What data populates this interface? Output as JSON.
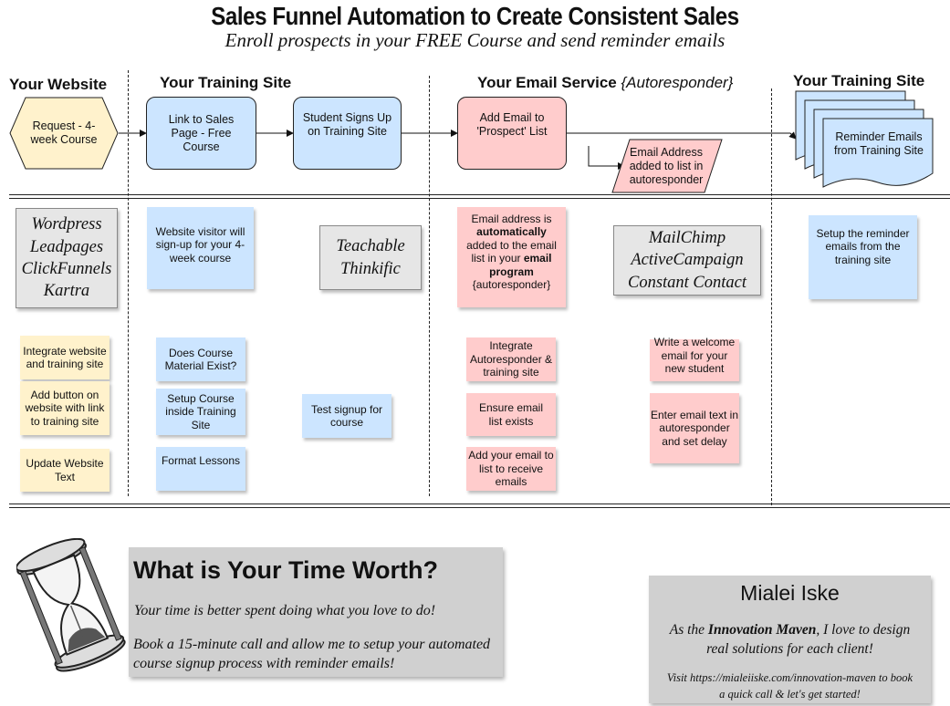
{
  "header": {
    "title": "Sales Funnel Automation to Create Consistent Sales",
    "subtitle": "Enroll prospects in your FREE Course and send reminder emails"
  },
  "lanes": {
    "website": "Your Website",
    "training_site": "Your Training Site",
    "email_service": "Your Email Service",
    "email_service_note": "{Autoresponder}",
    "training_site_2": "Your Training Site"
  },
  "flow": {
    "request": "Request - 4-week Course",
    "link_sales_page": "Link to Sales Page - Free Course",
    "student_signs_up": "Student Signs Up on Training Site",
    "add_email": "Add Email to 'Prospect' List",
    "email_added": "Email Address added to list in autoresponder",
    "reminder_emails": "Reminder Emails from Training Site"
  },
  "tools": {
    "website_tools": [
      "Wordpress",
      "Leadpages",
      "ClickFunnels",
      "Kartra"
    ],
    "training_tools": [
      "Teachable",
      "Thinkific"
    ],
    "email_tools": [
      "MailChimp",
      "ActiveCampaign",
      "Constant Contact"
    ]
  },
  "descriptions": {
    "website_visitor": "Website visitor will sign-up for your 4-week course",
    "email_auto_1": "Email address is ",
    "email_auto_2": "automatically",
    "email_auto_3": " added to the email list in your ",
    "email_auto_4": "email program",
    "email_auto_5": " {autoresponder}",
    "setup_reminder": "Setup the reminder emails from the training site"
  },
  "tasks": {
    "integrate_website": "Integrate website and training site",
    "add_button": "Add button on website with link to training site",
    "update_website": "Update Website Text",
    "course_material": "Does Course Material Exist?",
    "setup_course": "Setup Course inside Training Site",
    "format_lessons": "Format Lessons",
    "test_signup": "Test signup for course",
    "integrate_autoresponder": "Integrate Autoresponder & training site",
    "ensure_list": "Ensure email list exists",
    "add_your_email": "Add your email to list to receive emails",
    "welcome_email": "Write a welcome email for your new student",
    "enter_email_text": "Enter email text in autoresponder and set delay"
  },
  "promo": {
    "heading": "What is Your Time Worth?",
    "line1": "Your time is better spent doing what you love to do!",
    "line2": "Book a 15-minute call and allow me to setup your automated course signup process with reminder emails!"
  },
  "contact": {
    "name": "Mialei Iske",
    "tag_pre": "As the ",
    "tag_bold": "Innovation Maven",
    "tag_post": ", I love to design real solutions for each client!",
    "visit": "Visit https://mialeiiske.com/innovation-maven to book a quick call & let's get started!"
  },
  "colors": {
    "flow_blue": "#cce5ff",
    "flow_pink": "#ffcccc",
    "hexagon_yellow": "#fff2cc",
    "note_grey": "#e6e6e6",
    "panel_grey": "#d0d0d0"
  },
  "icons": {
    "hourglass": "hourglass-icon"
  }
}
